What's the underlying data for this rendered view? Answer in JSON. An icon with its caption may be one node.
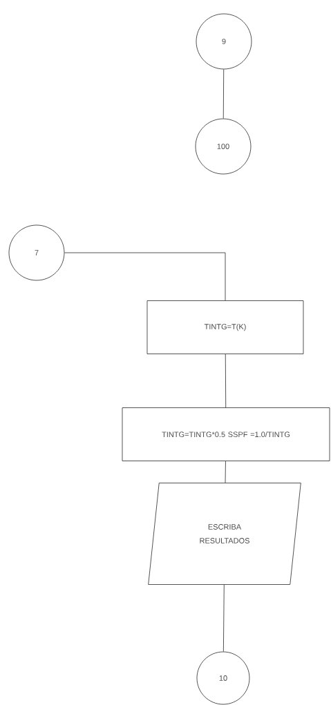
{
  "diagram": {
    "nodes": [
      {
        "text": [
          "9"
        ]
      },
      {
        "text": [
          "100"
        ]
      },
      {
        "text": [
          "7"
        ]
      },
      {
        "text": [
          "TINTG=T(K)"
        ]
      },
      {
        "text": [
          "TINTG=TINTG*0.5 SSPF =1.0/TINTG"
        ]
      },
      {
        "text": [
          "ESCRIBA RESULTADOS"
        ]
      },
      {
        "text": [
          "10"
        ]
      }
    ],
    "edges": [
      {
        "from": 0,
        "to": 1,
        "arrow": "none"
      },
      {
        "from": 2,
        "to": 3,
        "arrow": "none"
      },
      {
        "from": 3,
        "to": 4,
        "arrow": "none"
      },
      {
        "from": 4,
        "to": 5,
        "arrow": "none"
      },
      {
        "from": 5,
        "to": 6,
        "arrow": "none"
      }
    ]
  }
}
